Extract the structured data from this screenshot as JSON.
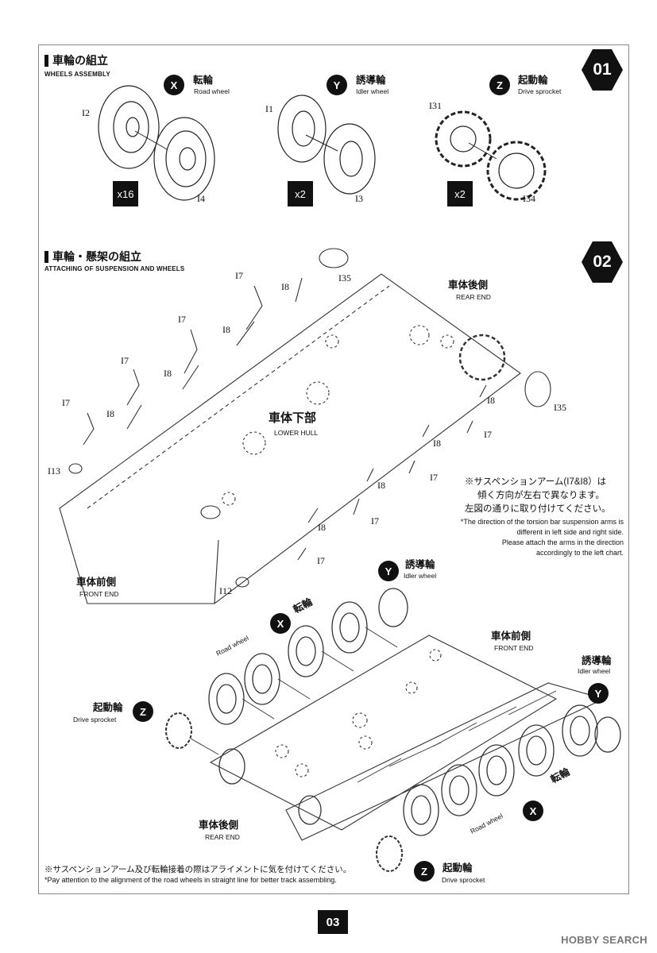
{
  "section1": {
    "title_jp": "車輪の組立",
    "title_en": "WHEELS ASSEMBLY",
    "step": "01",
    "items": [
      {
        "letter": "X",
        "name_jp": "転輪",
        "name_en": "Road wheel",
        "part_a": "I2",
        "part_b": "I4",
        "qty": "x16"
      },
      {
        "letter": "Y",
        "name_jp": "誘導輪",
        "name_en": "Idler wheel",
        "part_a": "I1",
        "part_b": "I3",
        "qty": "x2"
      },
      {
        "letter": "Z",
        "name_jp": "起動輪",
        "name_en": "Drive sprocket",
        "part_a": "I31",
        "part_b": "I34",
        "qty": "x2"
      }
    ]
  },
  "section2": {
    "title_jp": "車輪・懸架の組立",
    "title_en": "ATTACHING OF SUSPENSION AND WHEELS",
    "step": "02",
    "rear_end_jp": "車体後側",
    "rear_end_en": "REAR END",
    "front_end_jp": "車体前側",
    "front_end_en": "FRONT END",
    "lower_hull_jp": "車体下部",
    "lower_hull_en": "LOWER HULL",
    "parts": {
      "I7": "I7",
      "I8": "I8",
      "I13": "I13",
      "I12": "I12",
      "I35": "I35"
    },
    "note_jp_1": "※サスペンションアーム(I7&I8）は",
    "note_jp_2": "傾く方向が左右で異なります。",
    "note_jp_3": "左図の通りに取り付けてください。",
    "note_en_1": "*The direction of the torsion bar suspension arms is",
    "note_en_2": "different in left side and right side.",
    "note_en_3": "Please attach the arms in the direction",
    "note_en_4": "accordingly to the left chart.",
    "road_wheel_jp": "転輪",
    "road_wheel_en": "Road wheel",
    "idler_jp": "誘導輪",
    "idler_en": "Idler wheel",
    "sprocket_jp": "起動輪",
    "sprocket_en": "Drive sprocket",
    "letter_x": "X",
    "letter_y": "Y",
    "letter_z": "Z",
    "bottom_note_jp": "※サスペンションアーム及び転輪接着の際はアライメントに気を付けてください。",
    "bottom_note_en": "*Pay attention to the alignment of the road wheels in straight line for better track assembling."
  },
  "page_number": "03",
  "watermark": "HOBBY SEARCH"
}
